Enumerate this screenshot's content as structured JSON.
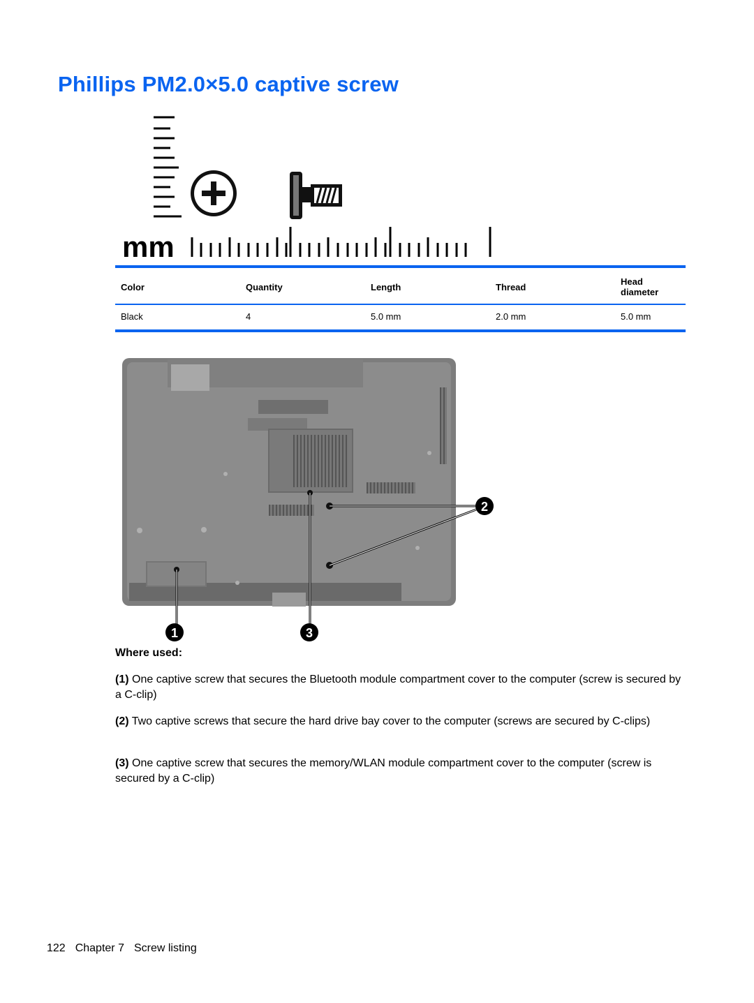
{
  "page": {
    "title": "Phillips PM2.0×5.0 captive screw"
  },
  "figure_screw": {
    "unit_label": "mm"
  },
  "table": {
    "headers": [
      "Color",
      "Quantity",
      "Length",
      "Thread",
      "Head diameter"
    ],
    "rows": [
      [
        "Black",
        "4",
        "5.0 mm",
        "2.0 mm",
        "5.0 mm"
      ]
    ]
  },
  "figure_laptop": {
    "callouts": [
      "1",
      "2",
      "3"
    ]
  },
  "where_used": {
    "heading": "Where used:",
    "items": [
      {
        "number": "(1)",
        "text": "One captive screw that secures the Bluetooth module compartment cover to the computer (screw is secured by a C-clip)"
      },
      {
        "number": "(2)",
        "text": "Two captive screws that secure the hard drive bay cover to the computer (screws are secured by C-clips)"
      },
      {
        "number": "(3)",
        "text": "One captive screw that secures the memory/WLAN module compartment cover to the computer (screw is secured by a C-clip)"
      }
    ]
  },
  "footer": {
    "page_number": "122",
    "chapter": "Chapter 7",
    "section": "Screw listing"
  },
  "colors": {
    "accent": "#0a64f0"
  }
}
